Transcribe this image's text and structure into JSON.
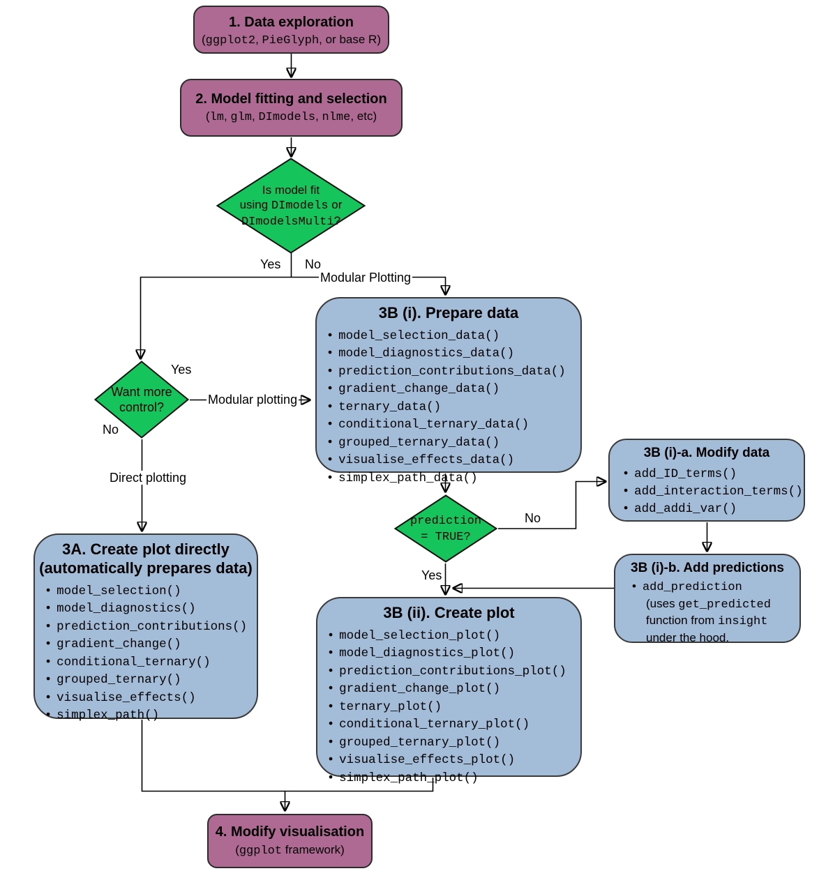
{
  "colors": {
    "process_fill": "#af6a93",
    "data_fill": "#a3bcd8",
    "decision_fill": "#16c45c",
    "line": "#000000"
  },
  "nodes": {
    "step1": {
      "title": "1. Data exploration",
      "subtitle": [
        {
          "t": "("
        },
        {
          "t": "ggplot2",
          "mono": true
        },
        {
          "t": ", "
        },
        {
          "t": "PieGlyph",
          "mono": true
        },
        {
          "t": ", or base R)"
        }
      ]
    },
    "step2": {
      "title": "2. Model fitting and selection",
      "subtitle": [
        {
          "t": "("
        },
        {
          "t": "lm",
          "mono": true
        },
        {
          "t": ", "
        },
        {
          "t": "glm",
          "mono": true
        },
        {
          "t": ", "
        },
        {
          "t": "DImodels",
          "mono": true
        },
        {
          "t": ", "
        },
        {
          "t": "nlme",
          "mono": true
        },
        {
          "t": ", etc)"
        }
      ]
    },
    "decision_model": {
      "line1": [
        {
          "t": "Is model fit"
        }
      ],
      "line2": [
        {
          "t": "using "
        },
        {
          "t": "DImodels",
          "mono": true
        },
        {
          "t": " or"
        }
      ],
      "line3": [
        {
          "t": "DImodelsMulti",
          "mono": true
        },
        {
          "t": "?"
        }
      ]
    },
    "decision_control": {
      "line1": [
        {
          "t": "Want more"
        }
      ],
      "line2": [
        {
          "t": "control?"
        }
      ]
    },
    "decision_prediction": {
      "line1": [
        {
          "t": "prediction",
          "mono": true
        }
      ],
      "line2": [
        {
          "t": "= TRUE?",
          "mono": true
        }
      ]
    },
    "prepare_data": {
      "title": "3B (i). Prepare data",
      "items": [
        "model_selection_data()",
        "model_diagnostics_data()",
        "prediction_contributions_data()",
        "gradient_change_data()",
        "ternary_data()",
        "conditional_ternary_data()",
        "grouped_ternary_data()",
        "visualise_effects_data()",
        "simplex_path_data()"
      ]
    },
    "modify_data": {
      "title": "3B (i)-a. Modify data",
      "items": [
        "add_ID_terms()",
        "add_interaction_terms()",
        "add_addi_var()"
      ]
    },
    "add_predictions": {
      "title": "3B (i)-b. Add predictions",
      "line1": [
        {
          "t": "add_prediction",
          "mono": true
        }
      ],
      "line2": [
        {
          "t": "(uses "
        },
        {
          "t": "get_predicted",
          "mono": true
        }
      ],
      "line3": [
        {
          "t": "function from "
        },
        {
          "t": "insight",
          "mono": true
        }
      ],
      "line4": [
        {
          "t": "under the hood."
        }
      ]
    },
    "create_plot_direct": {
      "title_line1": "3A. Create plot directly",
      "title_line2": "(automatically prepares data)",
      "items": [
        "model_selection()",
        "model_diagnostics()",
        "prediction_contributions()",
        "gradient_change()",
        "conditional_ternary()",
        "grouped_ternary()",
        "visualise_effects()",
        "simplex_path()"
      ]
    },
    "create_plot": {
      "title": "3B (ii). Create plot",
      "items": [
        "model_selection_plot()",
        "model_diagnostics_plot()",
        "prediction_contributions_plot()",
        "gradient_change_plot()",
        "ternary_plot()",
        "conditional_ternary_plot()",
        "grouped_ternary_plot()",
        "visualise_effects_plot()",
        "simplex_path_plot()"
      ]
    },
    "step4": {
      "title": "4. Modify visualisation",
      "subtitle": [
        {
          "t": "("
        },
        {
          "t": "ggplot",
          "mono": true
        },
        {
          "t": " framework)"
        }
      ]
    }
  },
  "edge_labels": {
    "yes1": "Yes",
    "no1": "No",
    "modular_plotting_top": "Modular Plotting",
    "yes2": "Yes",
    "modular_plotting_mid": "Modular plotting",
    "no2": "No",
    "direct_plotting": "Direct plotting",
    "no3": "No",
    "yes3": "Yes"
  }
}
